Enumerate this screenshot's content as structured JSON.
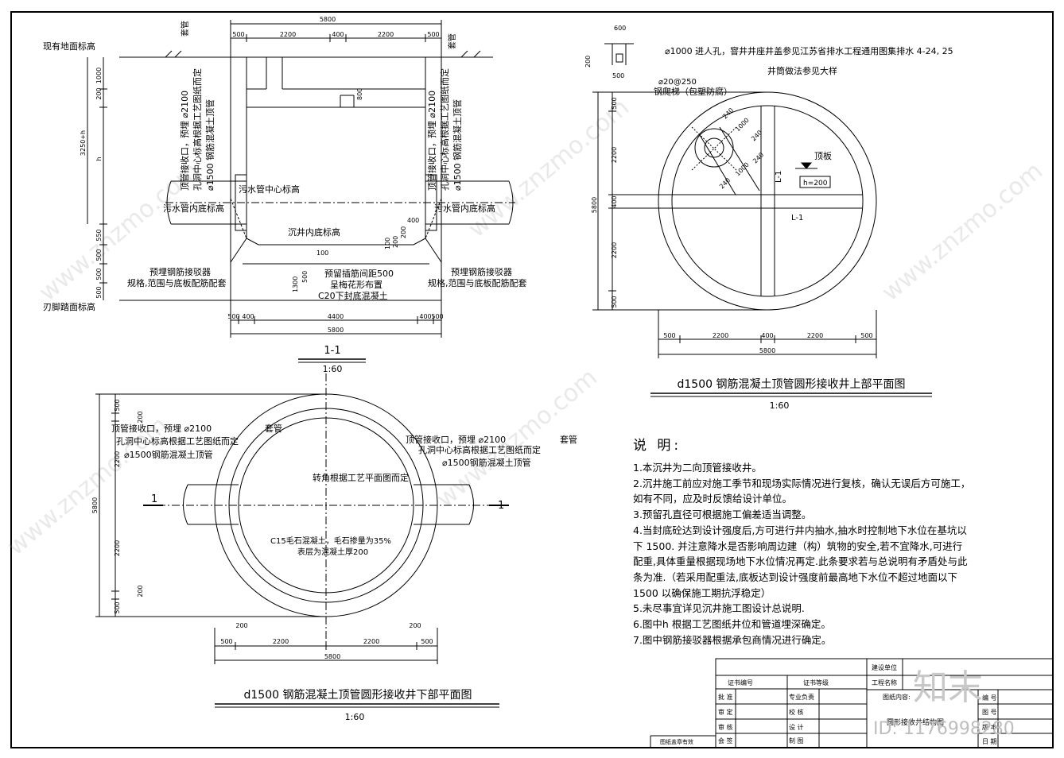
{
  "section": {
    "title": "1-1",
    "scale": "1:60",
    "labels": {
      "ground": "现有地面标高",
      "blade_foot": "刃脚踏面标高",
      "sleeve_left": "套管",
      "sleeve_right": "套管",
      "pipe_center": "污水管中心标高",
      "pipe_invert_left": "污水管内底标高",
      "pipe_invert_right": "污水管内底标高",
      "well_bottom": "沉井内底标高",
      "rebar_left_1": "预埋钢筋接驳器",
      "rebar_left_2": "规格,范围与底板配筋配套",
      "rebar_right_1": "预埋钢筋接驳器",
      "rebar_right_2": "规格,范围与底板配筋配套",
      "dowel_1": "预留插筋间距500",
      "dowel_2": "呈梅花形布置",
      "seal": "C20下封底混凝土",
      "vt_left_1": "顶管接收口，预埋 ⌀2100",
      "vt_left_2": "孔洞中心标高根据工艺图纸而定",
      "vt_left_3": "⌀1500 钢筋混凝土顶管",
      "vt_right_1": "顶管接收口，预埋 ⌀2100",
      "vt_right_2": "孔洞中心标高根据工艺图纸而定",
      "vt_right_3": "⌀1500 钢筋混凝土顶管"
    },
    "dims": {
      "top_total": "5800",
      "top_parts": [
        "500",
        "2200",
        "400",
        "2200",
        "500"
      ],
      "bottom_total": "5800",
      "bottom_parts": [
        "500",
        "400",
        "4400",
        "400",
        "500"
      ],
      "left_vertical": [
        "1000",
        "200",
        "3250+h",
        "h",
        "550",
        "500",
        "500",
        "500"
      ],
      "inner": [
        "800",
        "400",
        "200",
        "100",
        "200",
        "100",
        "1300",
        "500"
      ]
    }
  },
  "top_plan": {
    "title": "d1500 钢筋混凝土顶管圆形接收井上部平面图",
    "scale": "1:60",
    "manhole": "⌀1000 进人孔，窨井井座井盖参见江苏省排水工程通用图集排水 4-24, 25",
    "shaft": "井筒做法参见大样",
    "ladder_1": "⌀20@250",
    "ladder_2": "钢爬梯（包塑防腐）",
    "top_slab": "顶板",
    "h200": "h=200",
    "beam_1": "L-1",
    "beam_2": "L-1",
    "detail_dims": [
      "600",
      "200",
      "500"
    ],
    "diag_dims": [
      "240",
      "1000",
      "240",
      "240",
      "1000",
      "240"
    ],
    "left_dims": [
      "500",
      "2200",
      "400",
      "2200",
      "500"
    ],
    "left_total": "5800",
    "bottom_parts": [
      "500",
      "2200",
      "400",
      "2200",
      "500"
    ],
    "bottom_total": "5800"
  },
  "bottom_plan": {
    "title": "d1500 钢筋混凝土顶管圆形接收井下部平面图",
    "scale": "1:60",
    "sleeve_left": "套管",
    "sleeve_right": "套管",
    "jt_left_1": "顶管接收口，预埋 ⌀2100",
    "jt_left_2": "孔洞中心标高根据工艺图纸而定",
    "jt_left_3": "⌀1500钢筋混凝土顶管",
    "jt_right_1": "顶管接收口，预埋  ⌀2100",
    "jt_right_2": "孔洞中心标高根据工艺图纸而定",
    "jt_right_3": "⌀1500钢筋混凝土顶管",
    "corner": "转角根据工艺平面图而定",
    "fill_1": "C15毛石混凝土，毛石掺量为35%",
    "fill_2": "表层为混凝土厚200",
    "cut_left": "1",
    "cut_right": "1",
    "left_dims": [
      "500",
      "200",
      "2200",
      "5800",
      "2200",
      "200",
      "500"
    ],
    "bottom_parts": [
      "500",
      "2200",
      "2200",
      "500"
    ],
    "bottom_marks": [
      "200",
      "200"
    ],
    "bottom_total": "5800"
  },
  "notes": {
    "title": "说 明:",
    "lines": [
      "1.本沉井为二向顶管接收井。",
      "2.沉井施工前应对施工季节和现场实际情况进行复核，确认无误后方可施工，",
      "   如有不同，应及时反馈给设计单位。",
      "3.预留孔直径可根据施工偏差适当调整。",
      "4.当封底砼达到设计强度后,方可进行井内抽水,抽水时控制地下水位在基坑以",
      "   下 1500.      并注意降水是否影响周边建（构）筑物的安全,若不宜降水,可进行",
      "   配重,具体重量根据现场地下水位情况再定.此条要求若与总说明有矛盾处与此",
      "   条为准.（若采用配重法,底板达到设计强度前最高地下水位不超过地面以下",
      "   1500    以确保施工期抗浮稳定）",
      "5.未尽事宜详见沉井施工图设计总说明.",
      "6.图中h  根据工艺图纸井位和管道埋深确定。",
      "7.图中钢筋接驳器根据承包商情况进行确定。"
    ]
  },
  "title_block": {
    "cert_no": "证书编号",
    "cert_grade": "证书等级",
    "approve": "批    准",
    "review": "审    定",
    "audit": "审    核",
    "sign": "会    签",
    "specialty": "专业负责",
    "check": "校    核",
    "design": "设    计",
    "draw": "制    图",
    "client": "建设单位",
    "project": "工程名称",
    "content": "图纸内容:",
    "content_value": "圆形接收井结构图",
    "drawing_seal": "图纸盖章有效",
    "right_labels": [
      "编    号",
      "图    号",
      "版    本",
      "日    期"
    ]
  },
  "watermark": {
    "brand": "知末",
    "site": "www.znzmo.com",
    "id": "ID: 1176998280"
  }
}
